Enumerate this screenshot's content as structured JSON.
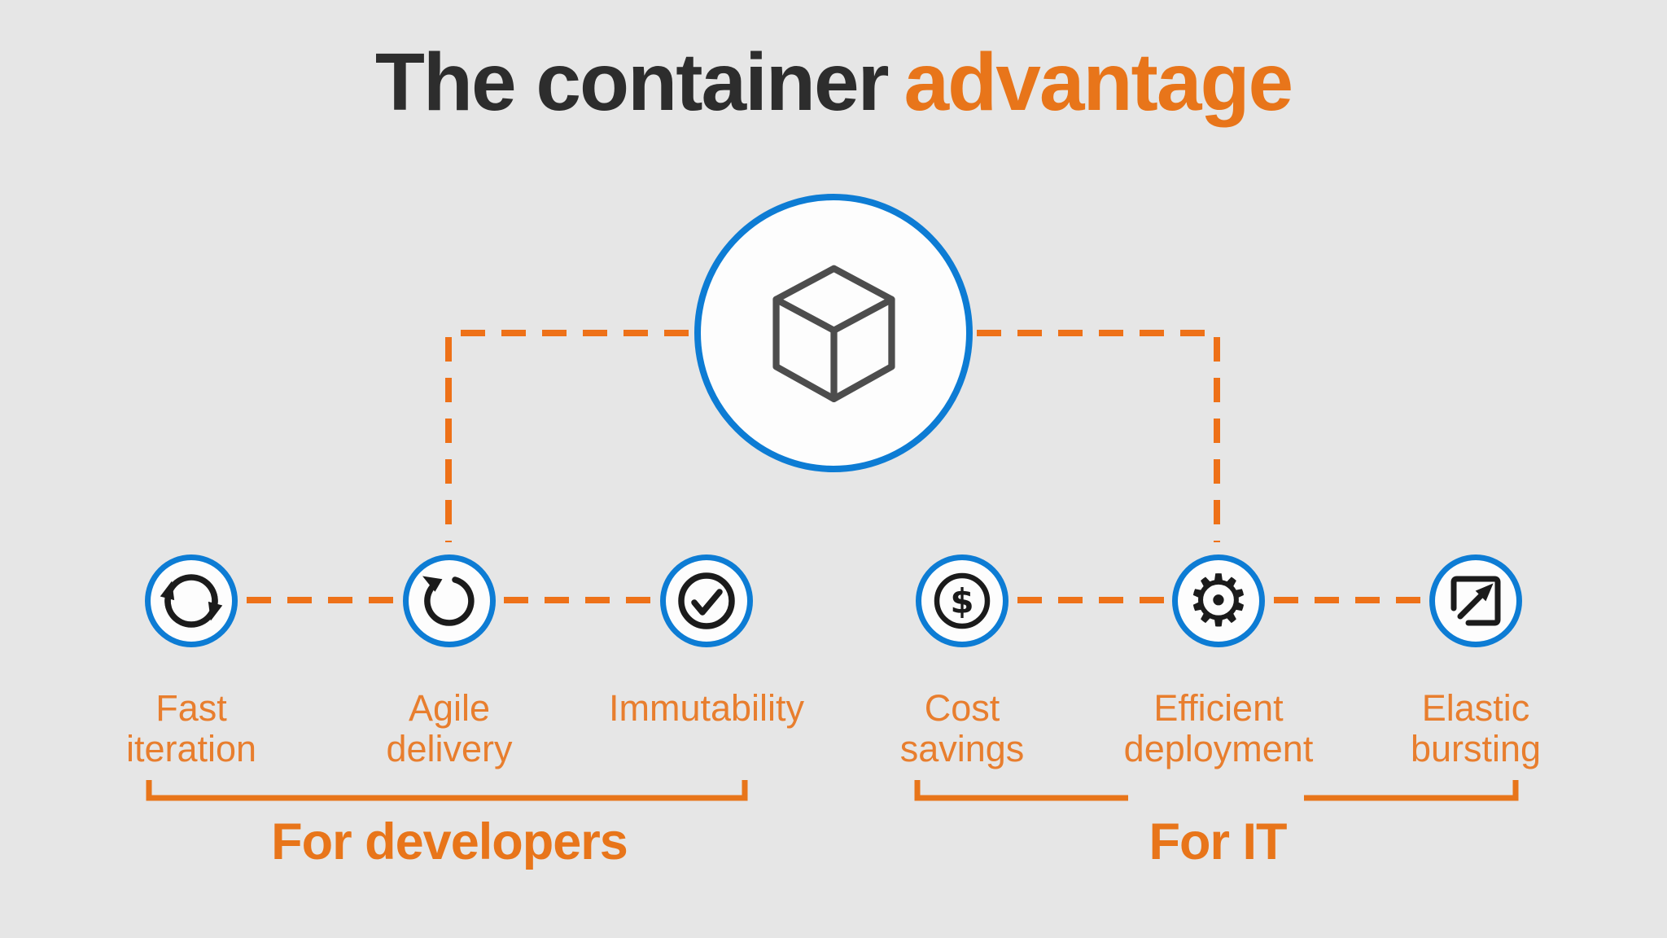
{
  "title": {
    "prefix": "The container",
    "highlight": "advantage"
  },
  "colors": {
    "background": "#e6e6e6",
    "title_dark": "#2d2d2d",
    "accent_orange": "#e8751a",
    "dash_orange": "#ee7118",
    "label_orange": "#e87e2e",
    "ring_blue": "#0d7cd4",
    "icon_black": "#1b1b1b",
    "cube_gray": "#4d4d4d"
  },
  "hub": {
    "icon": "container-cube-icon"
  },
  "items": [
    {
      "id": "fast-iteration",
      "icon": "sync-icon",
      "label_line1": "Fast",
      "label_line2": "iteration"
    },
    {
      "id": "agile-delivery",
      "icon": "rotate-arrow-icon",
      "label_line1": "Agile",
      "label_line2": "delivery"
    },
    {
      "id": "immutability",
      "icon": "check-circle-icon",
      "label_line1": "Immutability",
      "label_line2": ""
    },
    {
      "id": "cost-savings",
      "icon": "dollar-circle-icon",
      "label_line1": "Cost",
      "label_line2": "savings"
    },
    {
      "id": "efficient-deployment",
      "icon": "gear-icon",
      "label_line1": "Efficient",
      "label_line2": "deployment"
    },
    {
      "id": "elastic-bursting",
      "icon": "expand-arrow-icon",
      "label_line1": "Elastic",
      "label_line2": "bursting"
    }
  ],
  "groups": [
    {
      "id": "for-developers",
      "label": "For developers"
    },
    {
      "id": "for-it",
      "label": "For IT"
    }
  ]
}
